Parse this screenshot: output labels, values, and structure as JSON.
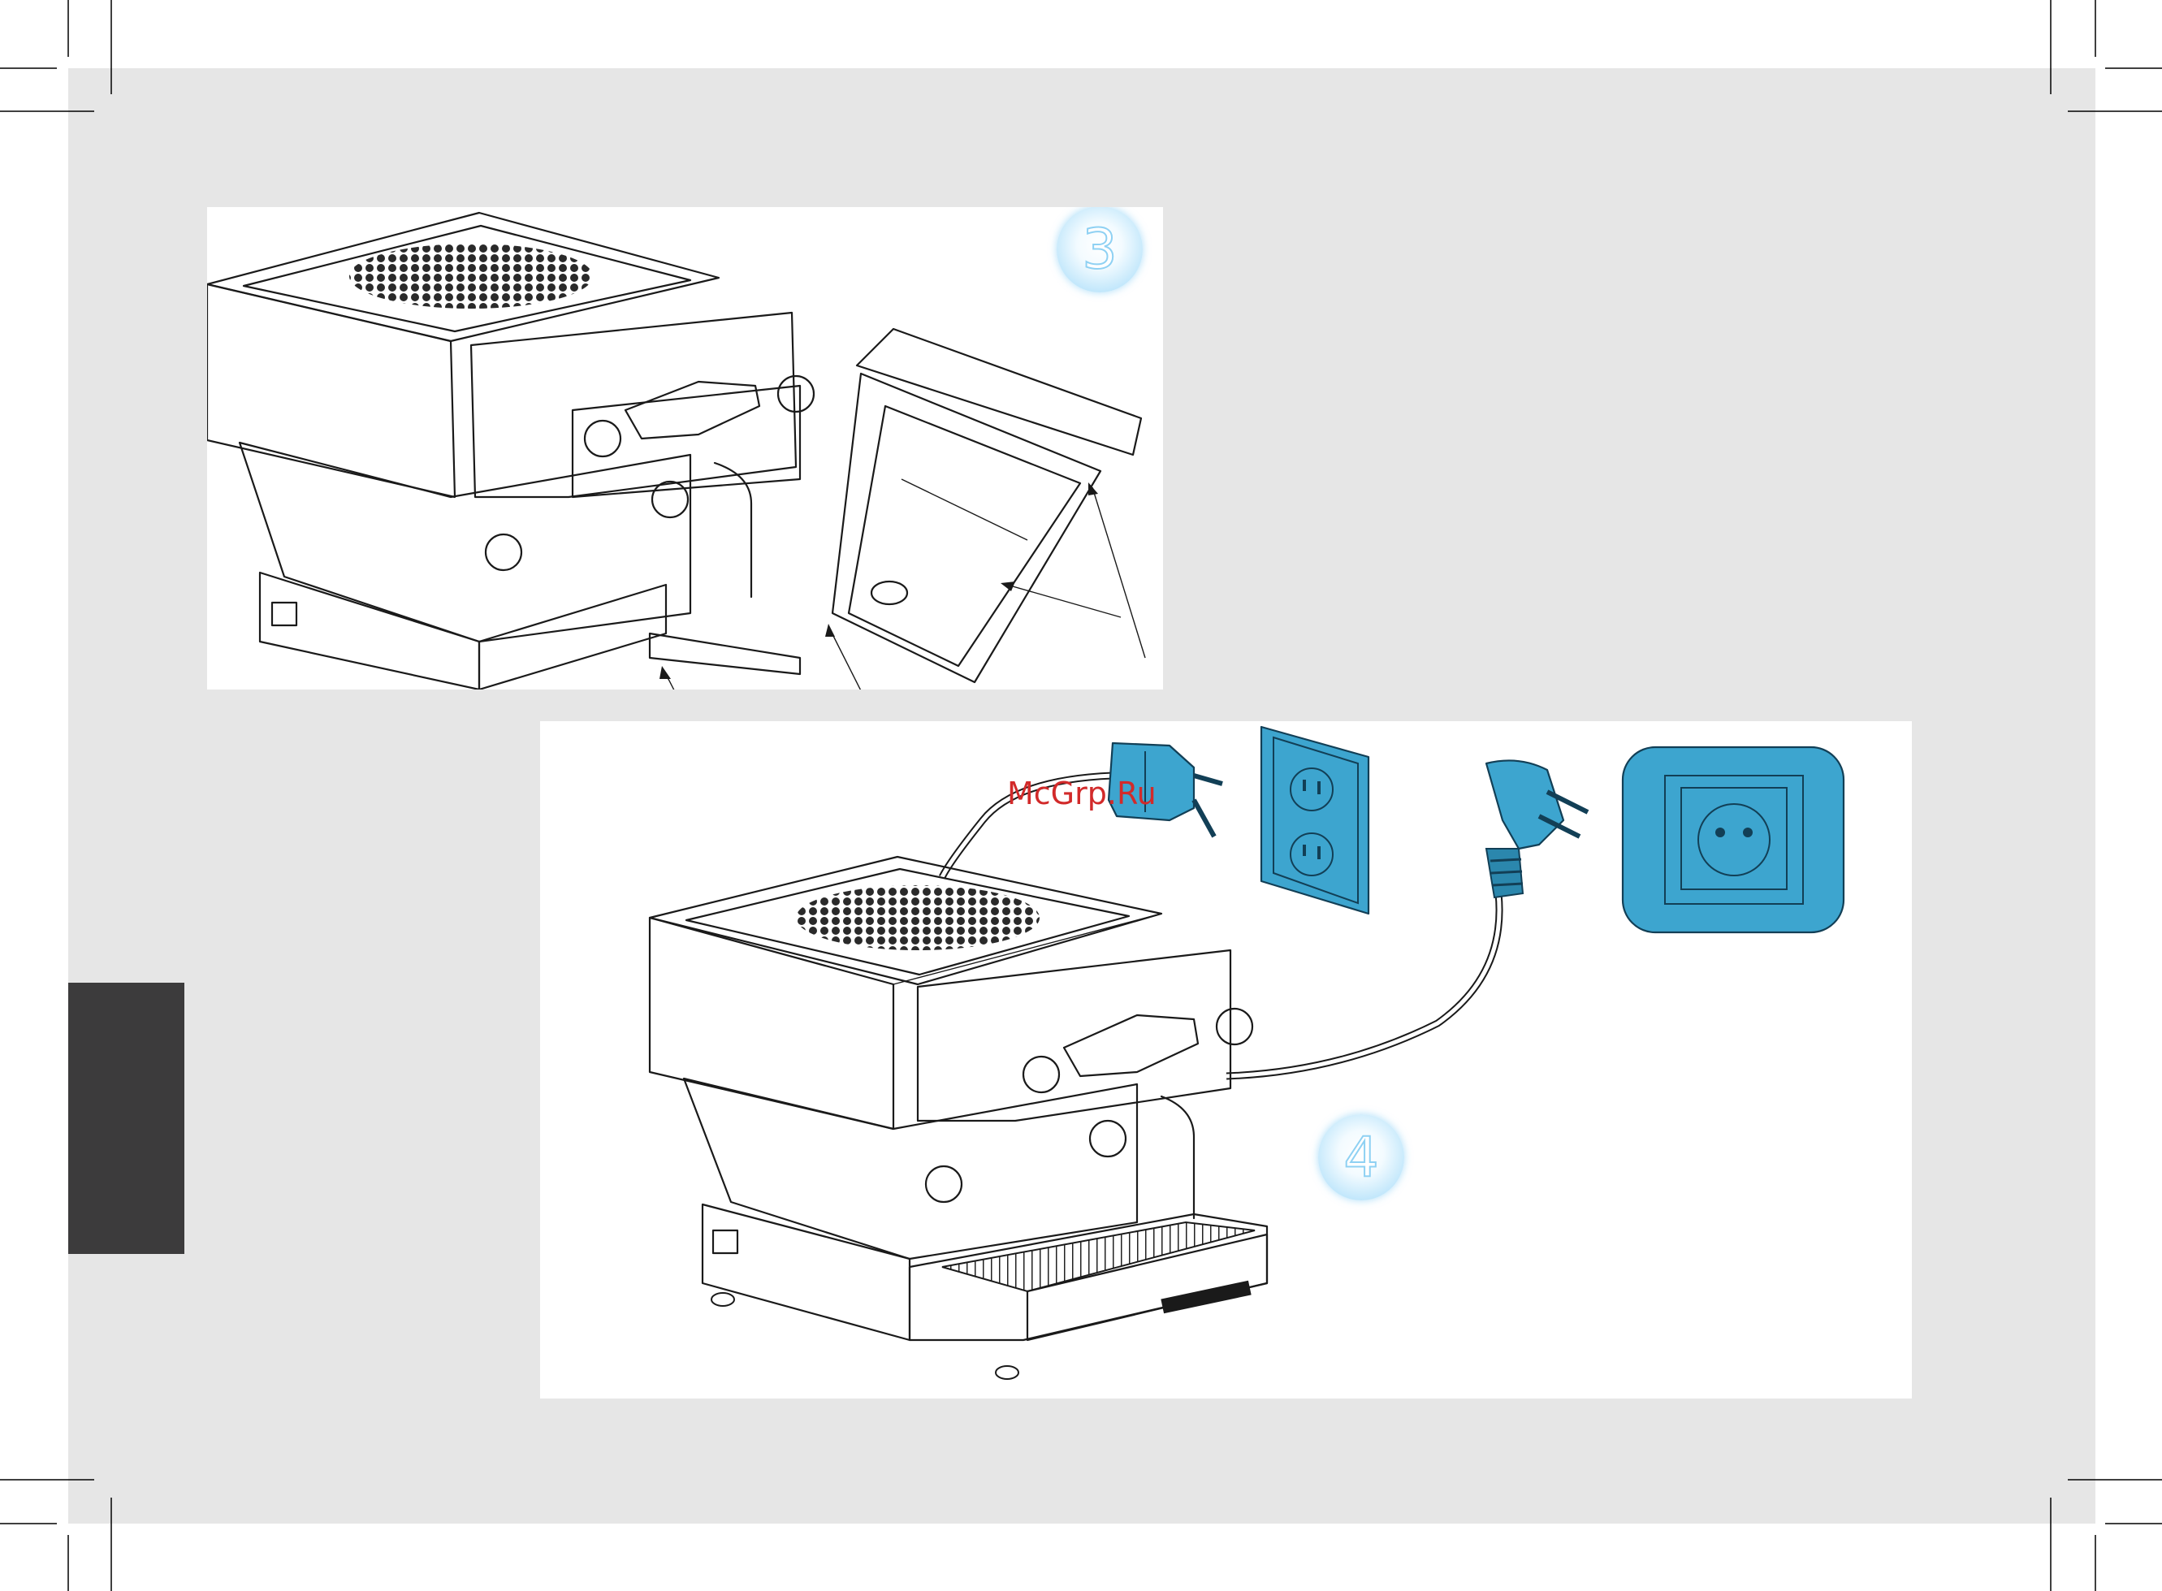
{
  "steps": [
    {
      "number": "3"
    },
    {
      "number": "4"
    }
  ],
  "watermark": "McGrp.Ru",
  "colors": {
    "page_background": "#e6e6e6",
    "side_tab": "#3c3b3c",
    "badge_blue": "#8ed3f6",
    "outlet_blue": "#3da5cf",
    "watermark_red": "#d22a2a"
  }
}
